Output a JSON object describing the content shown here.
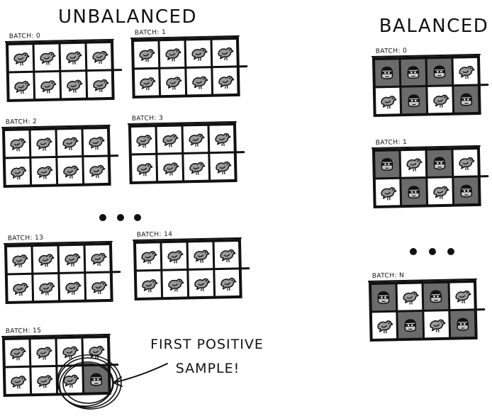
{
  "titles": {
    "unbalanced": "UNBALANCED",
    "balanced": "BALANCED"
  },
  "unbalanced_batches": [
    {
      "label": "BATCH: 0",
      "cells": [
        "bird",
        "bird",
        "bird",
        "bird",
        "bird",
        "bird",
        "bird",
        "bird"
      ]
    },
    {
      "label": "BATCH: 1",
      "cells": [
        "bird",
        "bird",
        "bird",
        "bird",
        "bird",
        "bird",
        "bird",
        "bird"
      ]
    },
    {
      "label": "BATCH: 2",
      "cells": [
        "bird",
        "bird",
        "bird",
        "bird",
        "bird",
        "bird",
        "bird",
        "bird"
      ]
    },
    {
      "label": "BATCH: 3",
      "cells": [
        "bird",
        "bird",
        "bird",
        "bird",
        "bird",
        "bird",
        "bird",
        "bird"
      ]
    },
    {
      "label": "BATCH: 13",
      "cells": [
        "bird",
        "bird",
        "bird",
        "bird",
        "bird",
        "bird",
        "bird",
        "bird"
      ]
    },
    {
      "label": "BATCH: 14",
      "cells": [
        "bird",
        "bird",
        "bird",
        "bird",
        "bird",
        "bird",
        "bird",
        "bird"
      ]
    },
    {
      "label": "BATCH: 15",
      "cells": [
        "bird",
        "bird",
        "bird",
        "bird",
        "bird",
        "bird",
        "bird",
        "robber"
      ]
    }
  ],
  "balanced_batches": [
    {
      "label": "BATCH: 0",
      "cells": [
        "robber",
        "robber",
        "robber",
        "bird",
        "bird",
        "robber",
        "bird",
        "robber"
      ]
    },
    {
      "label": "BATCH: 1",
      "cells": [
        "robber",
        "bird",
        "robber",
        "bird",
        "bird",
        "robber",
        "bird",
        "robber"
      ]
    },
    {
      "label": "BATCH: N",
      "cells": [
        "robber",
        "bird",
        "robber",
        "bird",
        "bird",
        "robber",
        "bird",
        "robber"
      ]
    }
  ],
  "annotation": {
    "line1": "FIRST POSITIVE",
    "line2": "SAMPLE!"
  },
  "icons": {
    "negative": "bird-icon",
    "positive": "robber-icon"
  },
  "colors": {
    "ink": "#111111",
    "negative_cell": "#ffffff",
    "positive_cell": "#6b6b6b",
    "icon_fill": "#9a9a9a"
  }
}
